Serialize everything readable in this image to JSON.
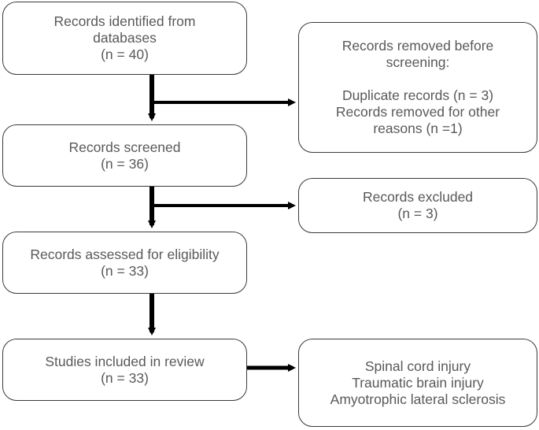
{
  "flow": {
    "identified": {
      "line1": "Records identified from",
      "line2": "databases",
      "count": "(n = 40)"
    },
    "screened": {
      "line1": "Records screened",
      "count": "(n = 36)"
    },
    "eligibility": {
      "line1": "Records assessed for eligibility",
      "count": "(n = 33)"
    },
    "included": {
      "line1": "Studies included in review",
      "count": "(n = 33)"
    }
  },
  "side": {
    "removed": {
      "line1": "Records removed before",
      "line2": "screening:",
      "line3": "Duplicate records (n = 3)",
      "line4": "Records removed for other",
      "line5": "reasons (n =1)"
    },
    "excluded": {
      "line1": "Records excluded",
      "count": "(n = 3)"
    },
    "conditions": {
      "line1": "Spinal cord injury",
      "line2": "Traumatic brain injury",
      "line3": "Amyotrophic lateral sclerosis"
    }
  },
  "colors": {
    "text": "#595959",
    "border": "#3a3a3a",
    "arrow": "#000000"
  }
}
